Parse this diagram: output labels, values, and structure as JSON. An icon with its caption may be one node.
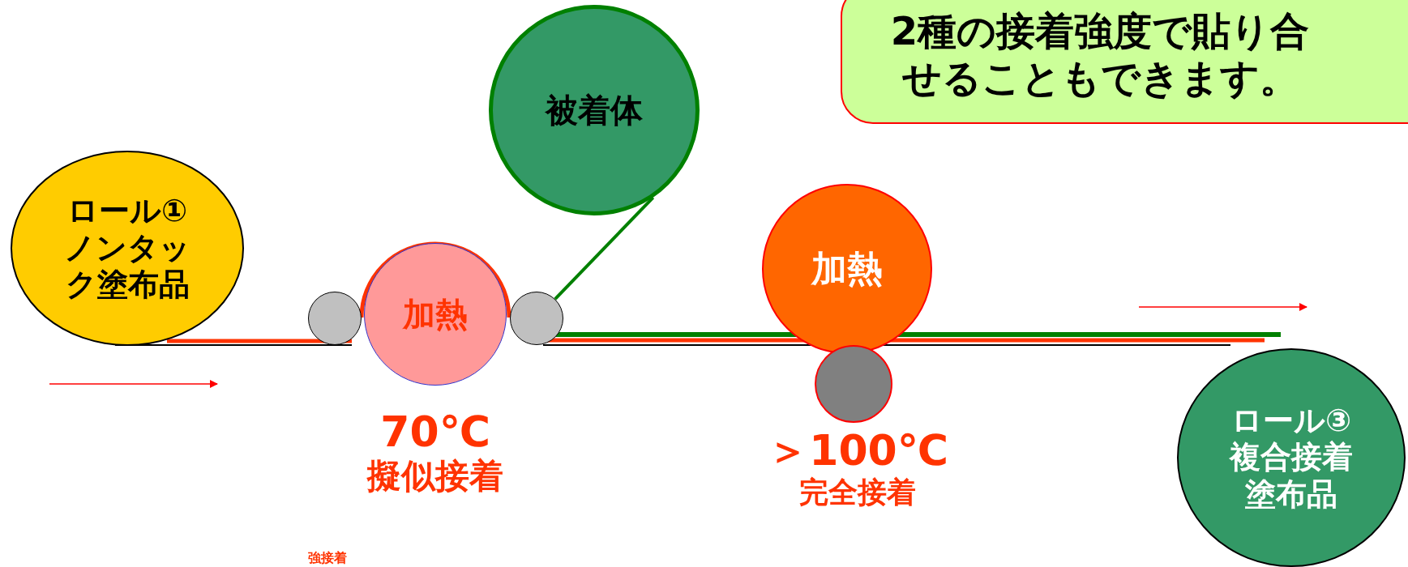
{
  "diagram": {
    "nodes": [
      {
        "text": [
          "2種の接着強度で貼り合せることもできます。"
        ]
      },
      {
        "text": [
          "被着体"
        ]
      },
      {
        "text": [
          "ロール①",
          "ノンタック塗布品"
        ]
      },
      {
        "text": [
          "加熱"
        ],
        "beside": [
          "＞100℃",
          "完全接着"
        ]
      },
      {
        "text": [],
        "shape": "circle"
      },
      {
        "text": [
          "加熱"
        ],
        "beside": [
          "70℃",
          "擬似接着"
        ]
      },
      {
        "text": [],
        "shape": "circle"
      },
      {
        "text": [],
        "shape": "circle"
      },
      {
        "text": [
          "ロール③",
          "複合接着塗布品"
        ]
      }
    ],
    "edges": [
      {
        "from": 1,
        "to": 6,
        "arrow": "none",
        "color": "#008000"
      }
    ],
    "labels": [
      "強接着"
    ]
  }
}
